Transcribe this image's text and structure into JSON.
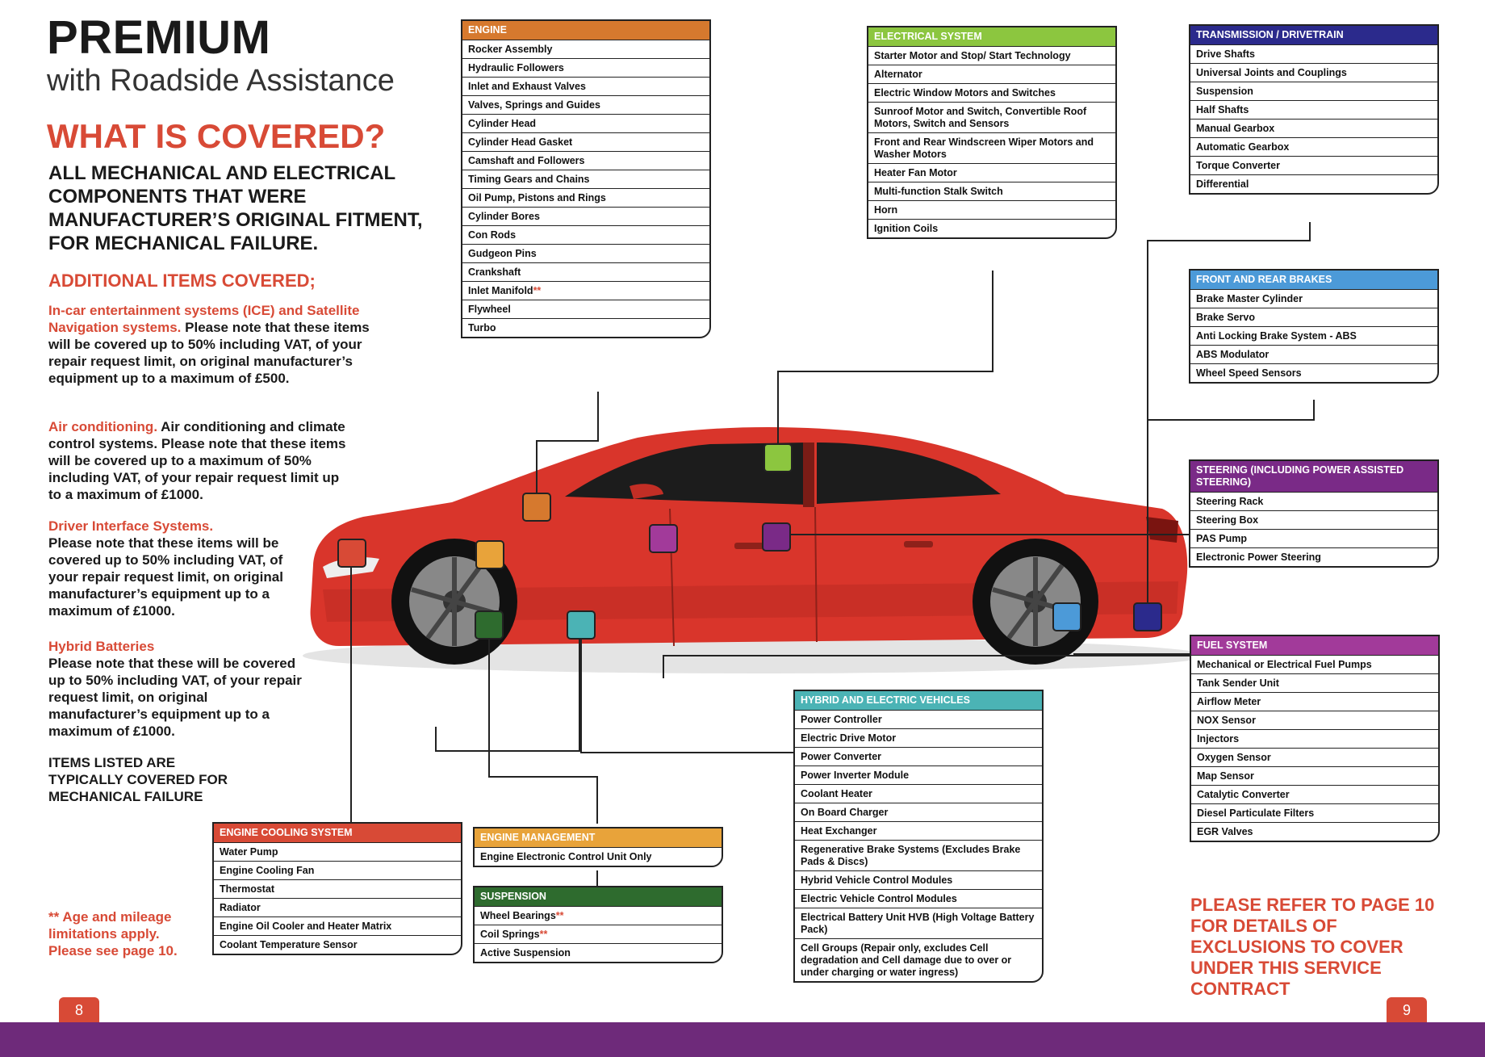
{
  "header": {
    "title": "PREMIUM",
    "subtitle": "with Roadside Assistance"
  },
  "covered_heading": "WHAT IS COVERED?",
  "lead_text": "ALL MECHANICAL AND ELECTRICAL COMPONENTS THAT WERE MANUFACTURER’S ORIGINAL FITMENT, FOR MECHANICAL FAILURE.",
  "additional_heading": "ADDITIONAL ITEMS COVERED;",
  "sections": {
    "ice": {
      "title": "In-car entertainment systems (ICE) and Satellite Navigation systems.",
      "body": " Please note that these items will be covered up to 50% including VAT, of your repair request limit, on original manufacturer’s equipment up to a maximum of £500."
    },
    "aircon": {
      "title": "Air conditioning.",
      "body": " Air conditioning and climate control systems. Please note that these items will be covered up to a maximum of 50% including VAT, of your repair request limit up to a maximum of £1000."
    },
    "driver": {
      "title": "Driver Interface Systems.",
      "body": "Please note that these items will be covered up to 50% including VAT, of your repair request limit, on original manufacturer’s equipment up to a maximum of £1000."
    },
    "hybrid": {
      "title": "Hybrid Batteries",
      "body": "Please note that these will be covered up to 50% including VAT, of your repair request limit, on original manufacturer’s equipment up to a maximum of £1000."
    }
  },
  "items_listed": "ITEMS LISTED ARE TYPICALLY COVERED FOR MECHANICAL FAILURE",
  "age_note": "** Age and mileage limitations apply. Please see page 10.",
  "refer_note": "PLEASE REFER TO PAGE 10 FOR DETAILS OF EXCLUSIONS TO COVER UNDER THIS SERVICE CONTRACT",
  "page_left": "8",
  "page_right": "9",
  "colors": {
    "engine": "#d6792e",
    "electrical": "#8cc63f",
    "transmission": "#2b2a8c",
    "brakes": "#4c9ad8",
    "steering": "#7a2a87",
    "fuel": "#a23a9a",
    "hybrid": "#4bb3b5",
    "cooling": "#d84a36",
    "management": "#e8a33a",
    "suspension": "#2e6b2e",
    "accent": "#d84a36",
    "footer": "#6e2a7a",
    "car": "#d9352b"
  },
  "boxes": {
    "engine": {
      "title": "ENGINE",
      "items": [
        "Rocker Assembly",
        "Hydraulic Followers",
        "Inlet and Exhaust Valves",
        "Valves, Springs and Guides",
        "Cylinder Head",
        "Cylinder Head Gasket",
        "Camshaft and Followers",
        "Timing Gears and Chains",
        "Oil Pump, Pistons and Rings",
        "Cylinder Bores",
        "Con Rods",
        "Gudgeon Pins",
        "Crankshaft",
        "Inlet Manifold",
        "Flywheel",
        "Turbo"
      ]
    },
    "electrical": {
      "title": "ELECTRICAL SYSTEM",
      "items": [
        "Starter Motor and Stop/ Start Technology",
        "Alternator",
        "Electric Window Motors and Switches",
        "Sunroof Motor and Switch, Convertible Roof Motors, Switch and Sensors",
        "Front and Rear Windscreen Wiper Motors and Washer Motors",
        "Heater Fan Motor",
        "Multi-function Stalk Switch",
        "Horn",
        "Ignition Coils"
      ]
    },
    "transmission": {
      "title": "TRANSMISSION / DRIVETRAIN",
      "items": [
        "Drive Shafts",
        "Universal Joints and Couplings",
        "Suspension",
        "Half Shafts",
        "Manual Gearbox",
        "Automatic Gearbox",
        "Torque Converter",
        "Differential"
      ]
    },
    "brakes": {
      "title": "FRONT AND REAR BRAKES",
      "items": [
        "Brake Master Cylinder",
        "Brake Servo",
        "Anti Locking Brake System - ABS",
        "ABS Modulator",
        "Wheel Speed Sensors"
      ]
    },
    "steering": {
      "title": "STEERING (INCLUDING POWER ASSISTED STEERING)",
      "items": [
        "Steering Rack",
        "Steering Box",
        "PAS Pump",
        "Electronic Power Steering"
      ]
    },
    "fuel": {
      "title": "FUEL SYSTEM",
      "items": [
        "Mechanical or Electrical Fuel Pumps",
        "Tank Sender Unit",
        "Airflow Meter",
        "NOX Sensor",
        "Injectors",
        "Oxygen Sensor",
        "Map Sensor",
        "Catalytic Converter",
        "Diesel Particulate Filters",
        "EGR Valves"
      ]
    },
    "hybrid": {
      "title": "HYBRID AND ELECTRIC VEHICLES",
      "items": [
        "Power Controller",
        "Electric Drive Motor",
        "Power Converter",
        "Power Inverter Module",
        "Coolant Heater",
        "On Board Charger",
        "Heat Exchanger",
        "Regenerative Brake Systems (Excludes Brake Pads & Discs)",
        "Hybrid Vehicle Control Modules",
        "Electric Vehicle Control Modules",
        "Electrical Battery Unit HVB (High Voltage Battery Pack)",
        "Cell Groups (Repair only, excludes Cell degradation and Cell damage due to over or under charging or water ingress)"
      ]
    },
    "cooling": {
      "title": "ENGINE COOLING SYSTEM",
      "items": [
        "Water Pump",
        "Engine Cooling Fan",
        "Thermostat",
        "Radiator",
        "Engine Oil Cooler and Heater Matrix",
        "Coolant Temperature Sensor"
      ]
    },
    "management": {
      "title": "ENGINE MANAGEMENT",
      "items": [
        "Engine Electronic Control Unit Only"
      ]
    },
    "suspension": {
      "title": "SUSPENSION",
      "items": [
        "Wheel Bearings",
        "Coil Springs",
        "Active Suspension"
      ]
    }
  },
  "asterisk": "**"
}
